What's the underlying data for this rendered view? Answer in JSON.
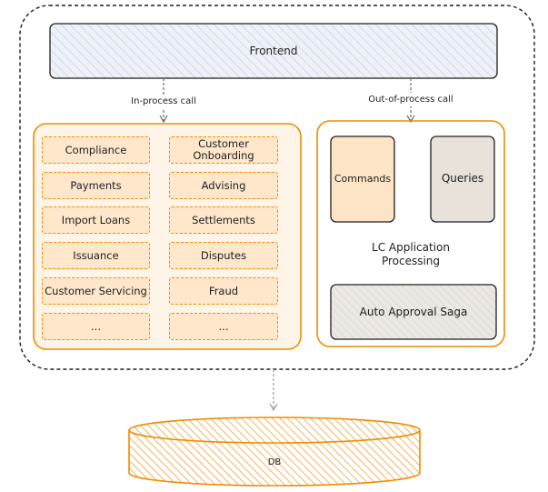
{
  "frontend": {
    "label": "Frontend"
  },
  "arrows": {
    "in_process": "In-process call",
    "out_of_process": "Out-of-process call"
  },
  "modules": {
    "items": [
      "Compliance",
      "Customer Onboarding",
      "Payments",
      "Advising",
      "Import Loans",
      "Settlements",
      "Issuance",
      "Disputes",
      "Customer Servicing",
      "Fraud",
      "...",
      "..."
    ]
  },
  "lc_processing": {
    "title": "LC Application Processing",
    "commands": "Commands",
    "queries": "Queries",
    "saga": "Auto Approval Saga"
  },
  "database": {
    "label": "DB"
  },
  "colors": {
    "orange": "#f08c00",
    "orange_fill": "#fdc482",
    "frontend_fill": "#e7eef7",
    "grey_fill": "#e6e0da",
    "stroke": "#1e1e1e"
  }
}
